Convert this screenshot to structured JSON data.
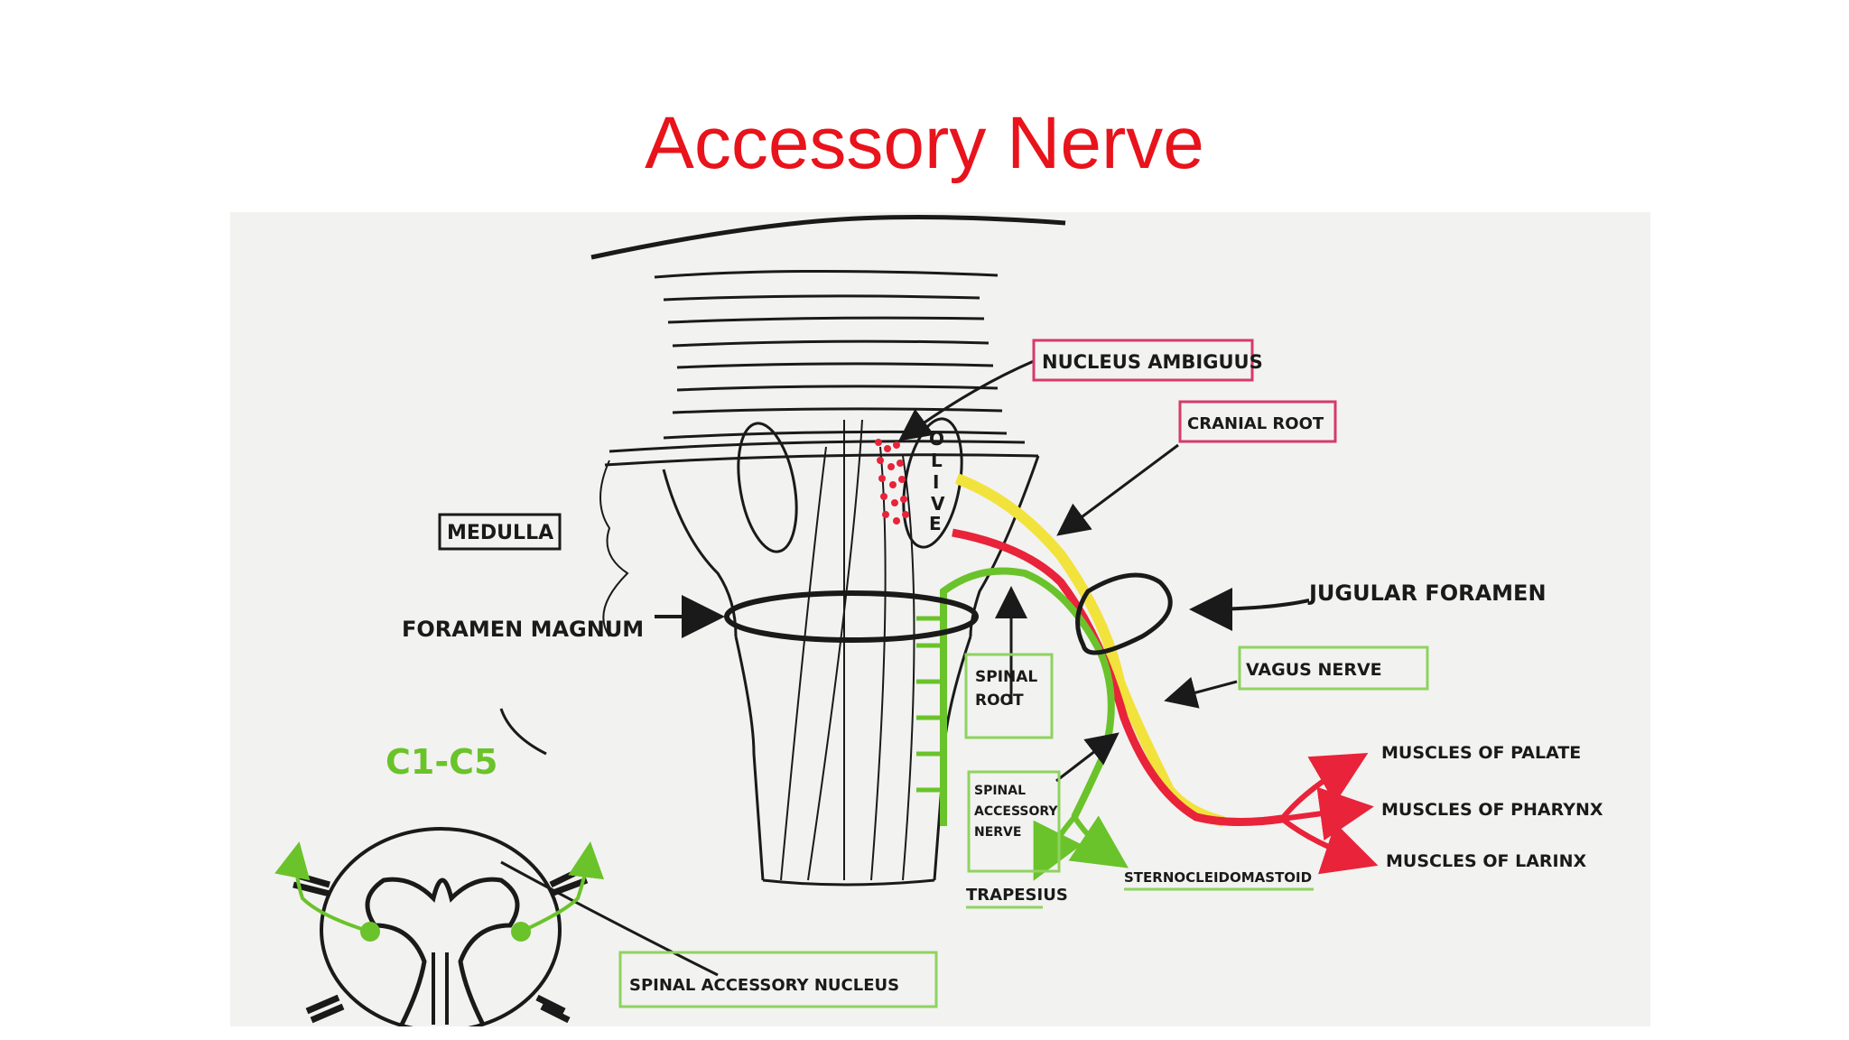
{
  "slide": {
    "title": "Accessory Nerve"
  },
  "labels": {
    "nucleus_ambiguus": "NUCLEUS AMBIGUUS",
    "cranial_root": "CRANIAL ROOT",
    "medulla": "MEDULLA",
    "olive": [
      "O",
      "L",
      "I",
      "V",
      "E"
    ],
    "jugular_foramen": "JUGULAR FORAMEN",
    "foramen_magnum": "FORAMEN MAGNUM",
    "spinal_root": [
      "SPINAL",
      "ROOT"
    ],
    "vagus_nerve": "VAGUS NERVE",
    "spinal_accessory_nerve": [
      "SPINAL",
      "ACCESSORY",
      "NERVE"
    ],
    "muscles_of_palate": "MUSCLES OF PALATE",
    "muscles_of_pharynx": "MUSCLES OF PHARYNX",
    "muscles_of_larinx": "MUSCLES OF LARINX",
    "trapesius": "TRAPESIUS",
    "sternocleidomastoid": "STERNOCLEIDOMASTOID",
    "cervical_segments": "C1-C5",
    "spinal_accessory_nucleus": "SPINAL ACCESSORY NUCLEUS"
  },
  "colors": {
    "title": "#e8131b",
    "cranial_root": "#e8233a",
    "vagus": "#f2e23c",
    "spinal_root": "#6ac32a",
    "label_box_pink": "#d63a6a",
    "label_box_green": "#8fd35f",
    "ink": "#1a1a1a",
    "paper": "#f2f2f0"
  }
}
